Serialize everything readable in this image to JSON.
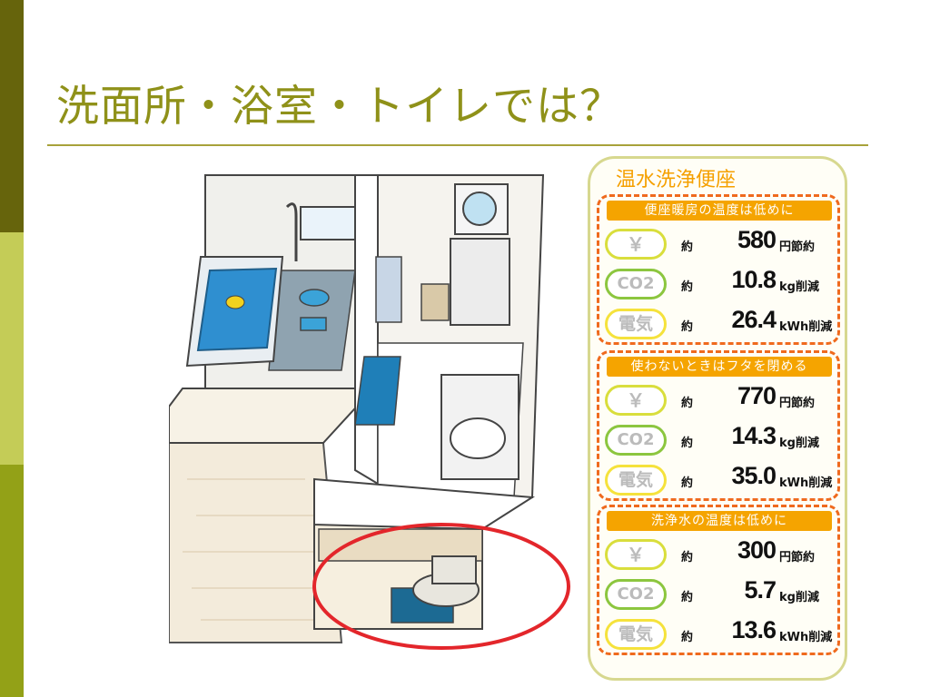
{
  "slide": {
    "title": "洗面所・浴室・トイレでは？"
  },
  "colors": {
    "title": "#8f9119",
    "accent_orange": "#f5a400",
    "dash_orange": "#ef6a1e",
    "highlight_circle": "#e3262b"
  },
  "panel": {
    "title": "温水洗浄便座",
    "groups": [
      {
        "heading": "便座暖房の温度は低めに",
        "rows": [
          {
            "badge": "￥",
            "icon": "yen-icon",
            "approx": "約",
            "value": "580",
            "unit": "円節約"
          },
          {
            "badge": "CO2",
            "icon": "co2-icon",
            "approx": "約",
            "value": "10.8",
            "unit": "kg削減"
          },
          {
            "badge": "電気",
            "icon": "electricity-icon",
            "approx": "約",
            "value": "26.4",
            "unit": "kWh削減"
          }
        ]
      },
      {
        "heading": "使わないときはフタを閉める",
        "rows": [
          {
            "badge": "￥",
            "icon": "yen-icon",
            "approx": "約",
            "value": "770",
            "unit": "円節約"
          },
          {
            "badge": "CO2",
            "icon": "co2-icon",
            "approx": "約",
            "value": "14.3",
            "unit": "kg削減"
          },
          {
            "badge": "電気",
            "icon": "electricity-icon",
            "approx": "約",
            "value": "35.0",
            "unit": "kWh削減"
          }
        ]
      },
      {
        "heading": "洗浄水の温度は低めに",
        "rows": [
          {
            "badge": "￥",
            "icon": "yen-icon",
            "approx": "約",
            "value": "300",
            "unit": "円節約"
          },
          {
            "badge": "CO2",
            "icon": "co2-icon",
            "approx": "約",
            "value": "5.7",
            "unit": "kg削減"
          },
          {
            "badge": "電気",
            "icon": "electricity-icon",
            "approx": "約",
            "value": "13.6",
            "unit": "kWh削減"
          }
        ]
      }
    ]
  }
}
